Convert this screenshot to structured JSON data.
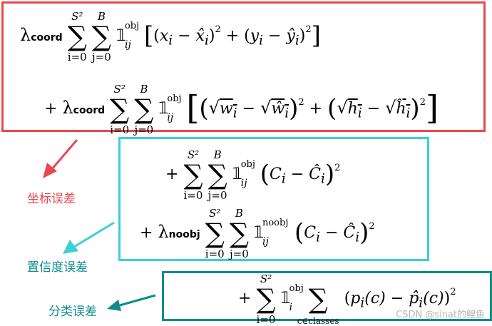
{
  "labels": {
    "coord_error": "坐标误差",
    "confidence_error": "置信度误差",
    "class_error": "分类误差"
  },
  "watermark": "CSDN @sinat的鲤鱼",
  "colors": {
    "coord": "#e8484f",
    "confidence": "#3ccfd6",
    "classification": "#0e8c8a"
  },
  "formula": {
    "lambda_coord": "λ",
    "coord_sub": "coord",
    "lambda_noobj": "λ",
    "noobj_sub": "noobj",
    "sum_upper_s": "S²",
    "sum_upper_b": "B",
    "sum_lower_i": "i=0",
    "sum_lower_j": "j=0",
    "sum_lower_c": "c∈classes",
    "indicator": "𝟙",
    "obj": "obj",
    "noobj": "noobj",
    "ij": "ij",
    "i": "i"
  }
}
